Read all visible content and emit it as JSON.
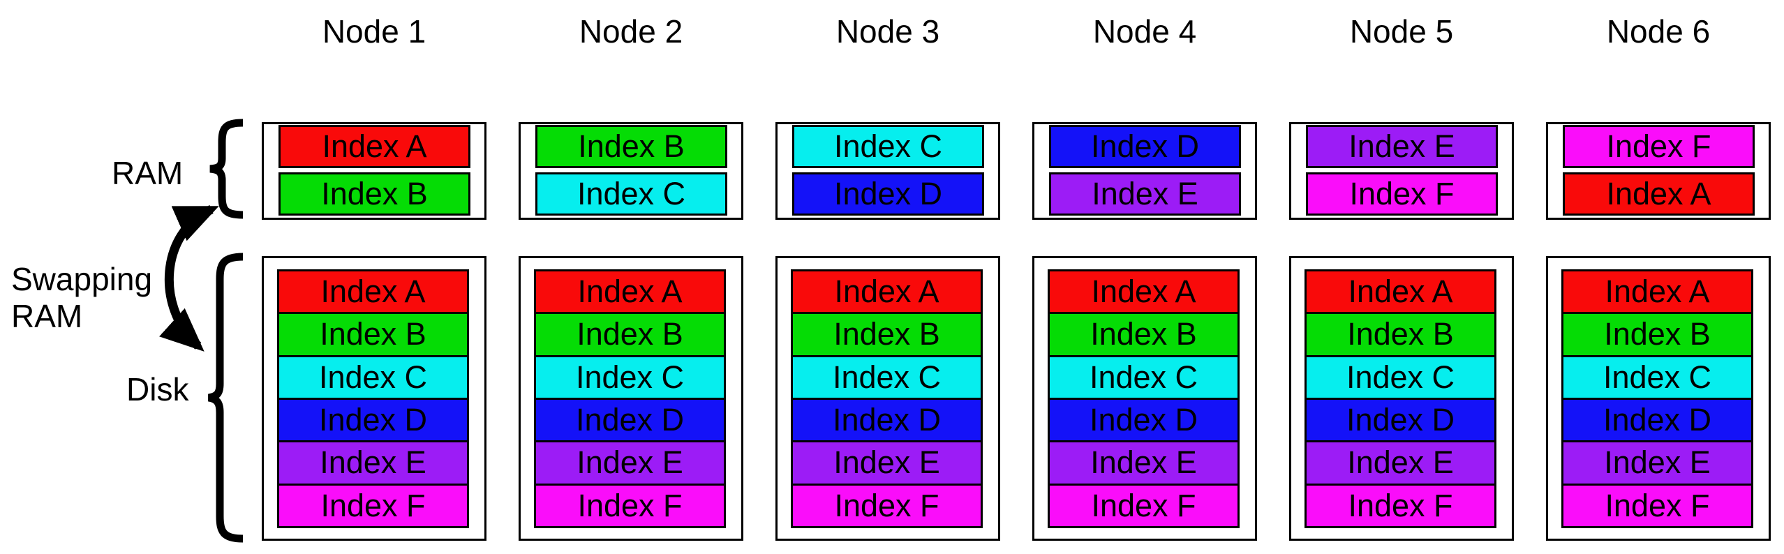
{
  "labels": {
    "ram": "RAM",
    "swapping_ram": "Swapping\nRAM",
    "disk": "Disk"
  },
  "icons": {
    "swap_arrow": "curved-double-headed-arrow",
    "ram_brace": "left-curly-brace",
    "disk_brace": "left-curly-brace"
  },
  "indexes": {
    "A": {
      "label": "Index A",
      "color": "#F90A0A"
    },
    "B": {
      "label": "Index B",
      "color": "#05DC05"
    },
    "C": {
      "label": "Index C",
      "color": "#06EEEE"
    },
    "D": {
      "label": "Index D",
      "color": "#1412F8"
    },
    "E": {
      "label": "Index E",
      "color": "#9C1CF6"
    },
    "F": {
      "label": "Index F",
      "color": "#FA0DFA"
    }
  },
  "nodes": [
    {
      "label": "Node 1",
      "ram": [
        "A",
        "B"
      ],
      "disk": [
        "A",
        "B",
        "C",
        "D",
        "E",
        "F"
      ]
    },
    {
      "label": "Node 2",
      "ram": [
        "B",
        "C"
      ],
      "disk": [
        "A",
        "B",
        "C",
        "D",
        "E",
        "F"
      ]
    },
    {
      "label": "Node 3",
      "ram": [
        "C",
        "D"
      ],
      "disk": [
        "A",
        "B",
        "C",
        "D",
        "E",
        "F"
      ]
    },
    {
      "label": "Node 4",
      "ram": [
        "D",
        "E"
      ],
      "disk": [
        "A",
        "B",
        "C",
        "D",
        "E",
        "F"
      ]
    },
    {
      "label": "Node 5",
      "ram": [
        "E",
        "F"
      ],
      "disk": [
        "A",
        "B",
        "C",
        "D",
        "E",
        "F"
      ]
    },
    {
      "label": "Node 6",
      "ram": [
        "F",
        "A"
      ],
      "disk": [
        "A",
        "B",
        "C",
        "D",
        "E",
        "F"
      ]
    }
  ]
}
